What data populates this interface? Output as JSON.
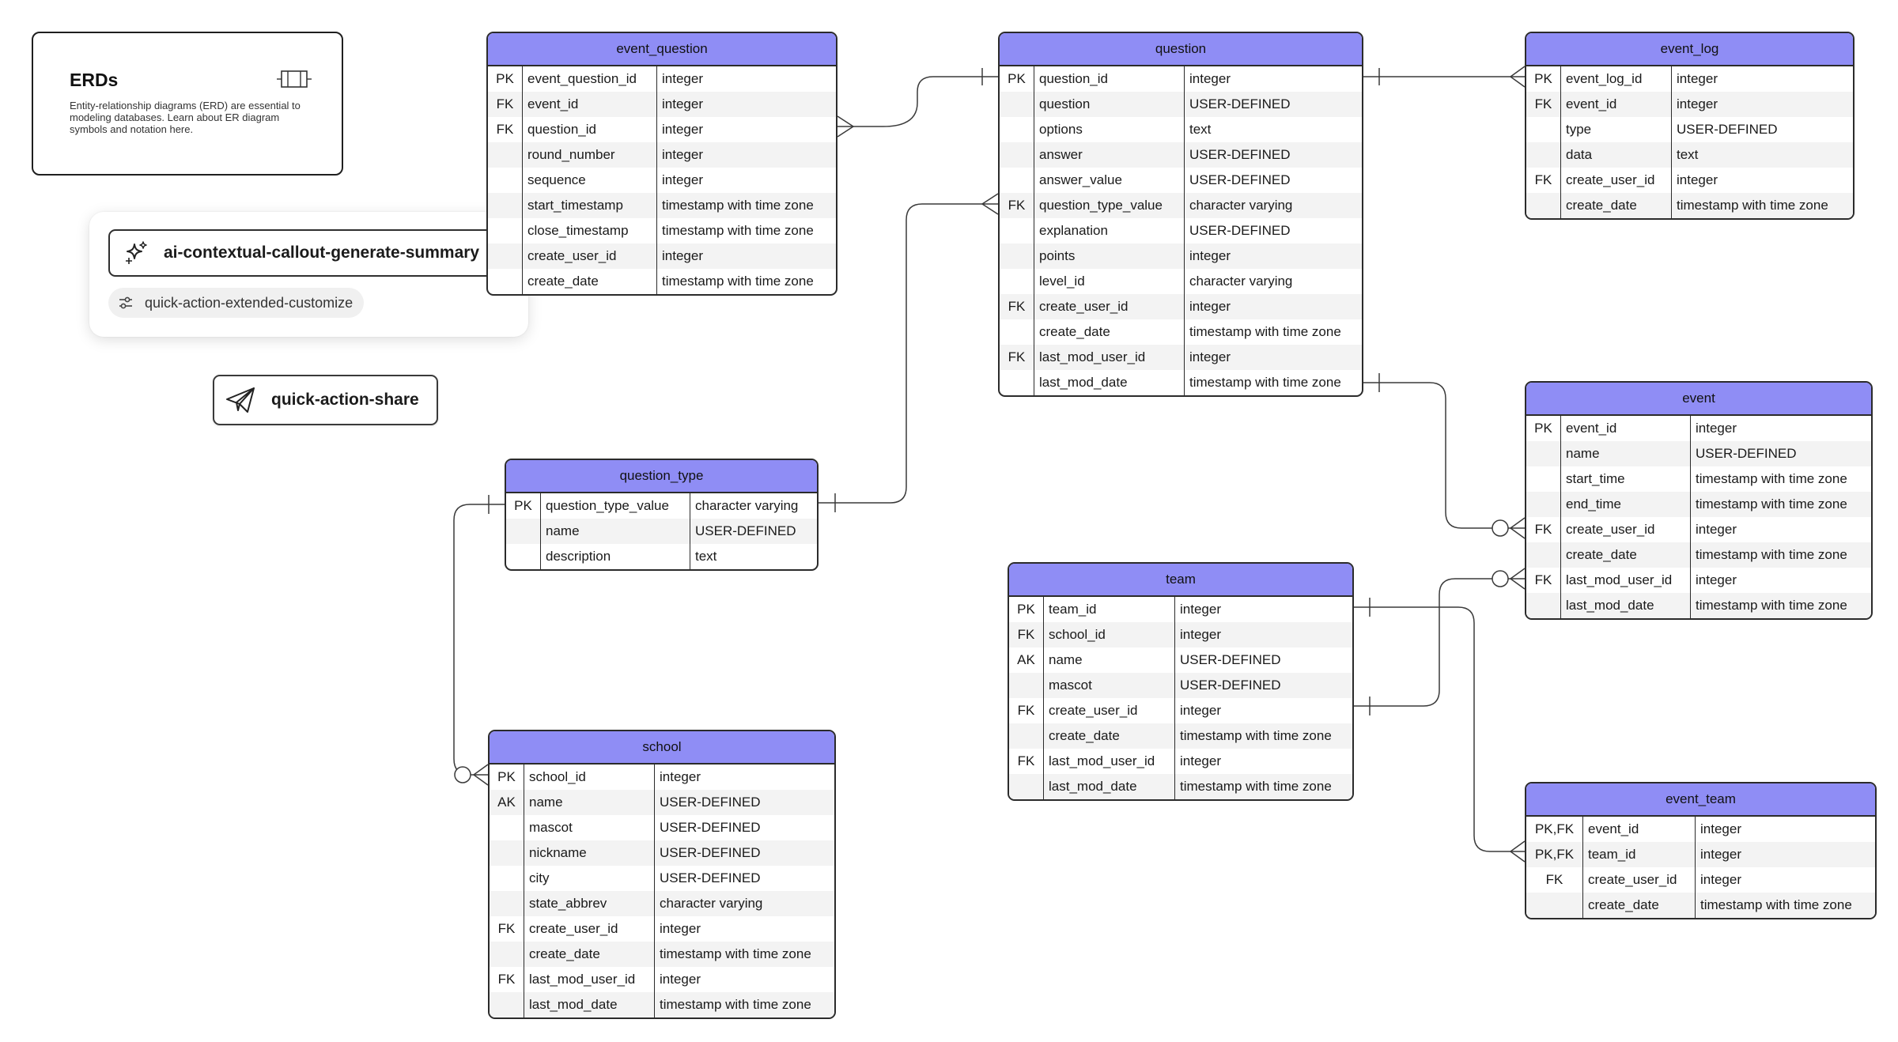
{
  "erd_card": {
    "title": "ERDs",
    "description": "Entity-relationship diagrams (ERD) are essential to modeling databases. Learn about ER diagram symbols and notation here.",
    "icon": "entity-icon"
  },
  "quick_actions": {
    "generate_summary_label": "ai-contextual-callout-generate-summary",
    "generate_summary_icon": "sparkle-icon",
    "customize_label": "quick-action-extended-customize",
    "customize_icon": "sliders-icon",
    "share_label": "quick-action-share",
    "share_icon": "paper-plane-icon"
  },
  "colors": {
    "header": "#8f8df5",
    "border": "#2b2b2b",
    "row_alt": "#f3f3f3",
    "line": "#3a3a3a"
  },
  "entities": [
    {
      "id": "event_question",
      "name": "event_question",
      "rows": [
        {
          "key": "PK",
          "name": "event_question_id",
          "type": "integer"
        },
        {
          "key": "FK",
          "name": "event_id",
          "type": "integer"
        },
        {
          "key": "FK",
          "name": "question_id",
          "type": "integer"
        },
        {
          "key": "",
          "name": "round_number",
          "type": "integer"
        },
        {
          "key": "",
          "name": "sequence",
          "type": "integer"
        },
        {
          "key": "",
          "name": "start_timestamp",
          "type": "timestamp with time zone"
        },
        {
          "key": "",
          "name": "close_timestamp",
          "type": "timestamp with time zone"
        },
        {
          "key": "",
          "name": "create_user_id",
          "type": "integer"
        },
        {
          "key": "",
          "name": "create_date",
          "type": "timestamp with time zone"
        }
      ]
    },
    {
      "id": "question",
      "name": "question",
      "rows": [
        {
          "key": "PK",
          "name": "question_id",
          "type": "integer"
        },
        {
          "key": "",
          "name": "question",
          "type": "USER-DEFINED"
        },
        {
          "key": "",
          "name": "options",
          "type": "text"
        },
        {
          "key": "",
          "name": "answer",
          "type": "USER-DEFINED"
        },
        {
          "key": "",
          "name": "answer_value",
          "type": "USER-DEFINED"
        },
        {
          "key": "FK",
          "name": "question_type_value",
          "type": "character varying"
        },
        {
          "key": "",
          "name": "explanation",
          "type": "USER-DEFINED"
        },
        {
          "key": "",
          "name": "points",
          "type": "integer"
        },
        {
          "key": "",
          "name": "level_id",
          "type": "character varying"
        },
        {
          "key": "FK",
          "name": "create_user_id",
          "type": "integer"
        },
        {
          "key": "",
          "name": "create_date",
          "type": "timestamp with time zone"
        },
        {
          "key": "FK",
          "name": "last_mod_user_id",
          "type": "integer"
        },
        {
          "key": "",
          "name": "last_mod_date",
          "type": "timestamp with time zone"
        }
      ]
    },
    {
      "id": "event_log",
      "name": "event_log",
      "rows": [
        {
          "key": "PK",
          "name": "event_log_id",
          "type": "integer"
        },
        {
          "key": "FK",
          "name": "event_id",
          "type": "integer"
        },
        {
          "key": "",
          "name": "type",
          "type": "USER-DEFINED"
        },
        {
          "key": "",
          "name": "data",
          "type": "text"
        },
        {
          "key": "FK",
          "name": "create_user_id",
          "type": "integer"
        },
        {
          "key": "",
          "name": "create_date",
          "type": "timestamp with time zone"
        }
      ]
    },
    {
      "id": "event",
      "name": "event",
      "rows": [
        {
          "key": "PK",
          "name": "event_id",
          "type": "integer"
        },
        {
          "key": "",
          "name": "name",
          "type": "USER-DEFINED"
        },
        {
          "key": "",
          "name": "start_time",
          "type": "timestamp with time zone"
        },
        {
          "key": "",
          "name": "end_time",
          "type": "timestamp with time zone"
        },
        {
          "key": "FK",
          "name": "create_user_id",
          "type": "integer"
        },
        {
          "key": "",
          "name": "create_date",
          "type": "timestamp with time zone"
        },
        {
          "key": "FK",
          "name": "last_mod_user_id",
          "type": "integer"
        },
        {
          "key": "",
          "name": "last_mod_date",
          "type": "timestamp with time zone"
        }
      ]
    },
    {
      "id": "question_type",
      "name": "question_type",
      "rows": [
        {
          "key": "PK",
          "name": "question_type_value",
          "type": "character varying"
        },
        {
          "key": "",
          "name": "name",
          "type": "USER-DEFINED"
        },
        {
          "key": "",
          "name": "description",
          "type": "text"
        }
      ]
    },
    {
      "id": "team",
      "name": "team",
      "rows": [
        {
          "key": "PK",
          "name": "team_id",
          "type": "integer"
        },
        {
          "key": "FK",
          "name": "school_id",
          "type": "integer"
        },
        {
          "key": "AK",
          "name": "name",
          "type": "USER-DEFINED"
        },
        {
          "key": "",
          "name": "mascot",
          "type": "USER-DEFINED"
        },
        {
          "key": "FK",
          "name": "create_user_id",
          "type": "integer"
        },
        {
          "key": "",
          "name": "create_date",
          "type": "timestamp with time zone"
        },
        {
          "key": "FK",
          "name": "last_mod_user_id",
          "type": "integer"
        },
        {
          "key": "",
          "name": "last_mod_date",
          "type": "timestamp with time zone"
        }
      ]
    },
    {
      "id": "school",
      "name": "school",
      "rows": [
        {
          "key": "PK",
          "name": "school_id",
          "type": "integer"
        },
        {
          "key": "AK",
          "name": "name",
          "type": "USER-DEFINED"
        },
        {
          "key": "",
          "name": "mascot",
          "type": "USER-DEFINED"
        },
        {
          "key": "",
          "name": "nickname",
          "type": "USER-DEFINED"
        },
        {
          "key": "",
          "name": "city",
          "type": "USER-DEFINED"
        },
        {
          "key": "",
          "name": "state_abbrev",
          "type": "character varying"
        },
        {
          "key": "FK",
          "name": "create_user_id",
          "type": "integer"
        },
        {
          "key": "",
          "name": "create_date",
          "type": "timestamp with time zone"
        },
        {
          "key": "FK",
          "name": "last_mod_user_id",
          "type": "integer"
        },
        {
          "key": "",
          "name": "last_mod_date",
          "type": "timestamp with time zone"
        }
      ]
    },
    {
      "id": "event_team",
      "name": "event_team",
      "rows": [
        {
          "key": "PK,FK",
          "name": "event_id",
          "type": "integer"
        },
        {
          "key": "PK,FK",
          "name": "team_id",
          "type": "integer"
        },
        {
          "key": "FK",
          "name": "create_user_id",
          "type": "integer"
        },
        {
          "key": "",
          "name": "create_date",
          "type": "timestamp with time zone"
        }
      ]
    }
  ]
}
